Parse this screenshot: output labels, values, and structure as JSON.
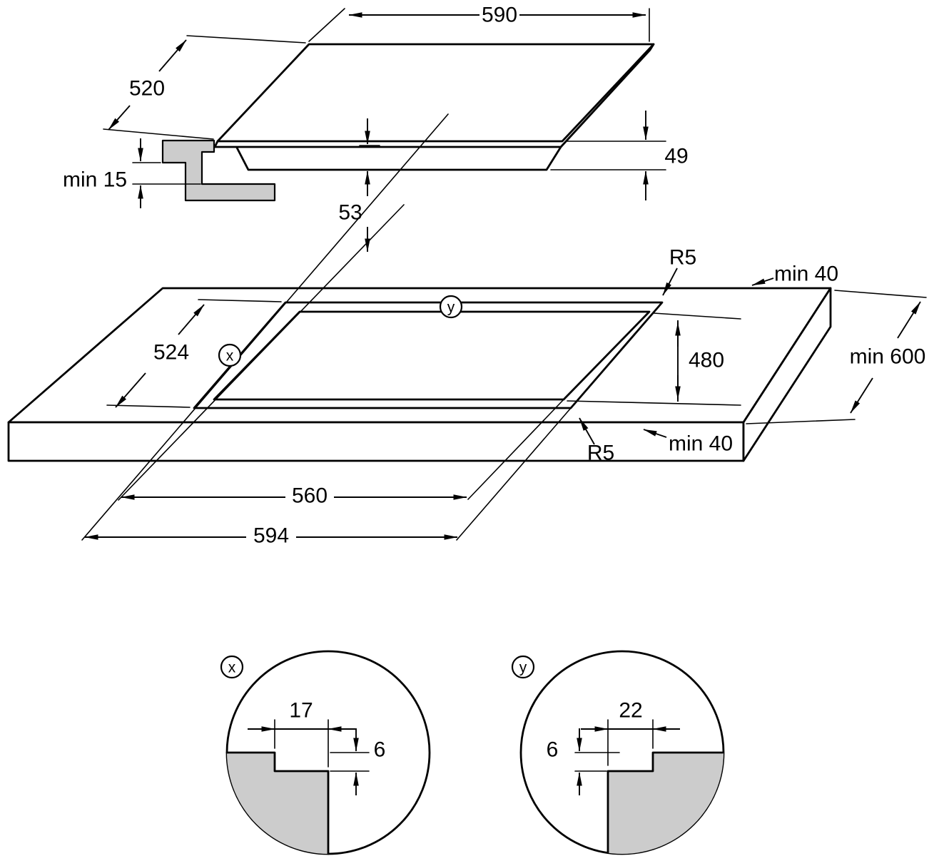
{
  "colors": {
    "line": "#000000",
    "gray_fill": "#cccccc",
    "background": "#ffffff"
  },
  "top_view": {
    "width": "590",
    "depth": "520",
    "height_front": "49",
    "height_total": "53",
    "clearance_below": "min 15"
  },
  "cutout_view": {
    "corner_radius_top": "R5",
    "corner_radius_bottom": "R5",
    "edge_distance_top": "min 40",
    "edge_distance_bottom": "min 40",
    "worktop_depth": "min 600",
    "cutout_depth": "480",
    "hob_depth": "524",
    "cutout_width": "560",
    "hob_width": "594",
    "marker_x": "x",
    "marker_y": "y"
  },
  "detail_x": {
    "marker": "x",
    "step_width": "17",
    "step_depth": "6"
  },
  "detail_y": {
    "marker": "y",
    "step_width": "22",
    "step_depth": "6"
  }
}
